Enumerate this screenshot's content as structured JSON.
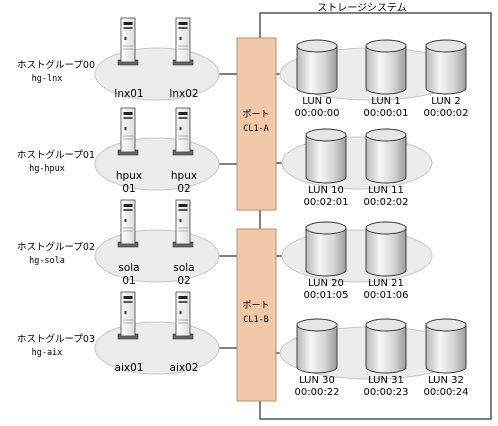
{
  "storage": {
    "title": "ストレージシステム"
  },
  "ports": [
    {
      "label": "ポート",
      "id": "CL1-A"
    },
    {
      "label": "ポート",
      "id": "CL1-B"
    }
  ],
  "host_groups": [
    {
      "label": "ホストグループ00",
      "name": "hg-lnx",
      "servers": [
        {
          "lines": [
            "lnx01"
          ]
        },
        {
          "lines": [
            "lnx02"
          ]
        }
      ]
    },
    {
      "label": "ホストグループ01",
      "name": "hg-hpux",
      "servers": [
        {
          "lines": [
            "hpux",
            "01"
          ]
        },
        {
          "lines": [
            "hpux",
            "02"
          ]
        }
      ]
    },
    {
      "label": "ホストグループ02",
      "name": "hg-sola",
      "servers": [
        {
          "lines": [
            "sola",
            "01"
          ]
        },
        {
          "lines": [
            "sola",
            "02"
          ]
        }
      ]
    },
    {
      "label": "ホストグループ03",
      "name": "hg-aix",
      "servers": [
        {
          "lines": [
            "aix01"
          ]
        },
        {
          "lines": [
            "aix02"
          ]
        }
      ]
    }
  ],
  "lun_groups": [
    {
      "luns": [
        {
          "name": "LUN 0",
          "addr": "00:00:00"
        },
        {
          "name": "LUN 1",
          "addr": "00:00:01"
        },
        {
          "name": "LUN 2",
          "addr": "00:00:02"
        }
      ]
    },
    {
      "luns": [
        {
          "name": "LUN 10",
          "addr": "00:02:01"
        },
        {
          "name": "LUN 11",
          "addr": "00:02:02"
        }
      ]
    },
    {
      "luns": [
        {
          "name": "LUN 20",
          "addr": "00:01:05"
        },
        {
          "name": "LUN 21",
          "addr": "00:01:06"
        }
      ]
    },
    {
      "luns": [
        {
          "name": "LUN 30",
          "addr": "00:00:22"
        },
        {
          "name": "LUN 31",
          "addr": "00:00:23"
        },
        {
          "name": "LUN 32",
          "addr": "00:00:24"
        }
      ]
    }
  ],
  "colors": {
    "port_fill": "#f2c9a8",
    "port_stroke": "#b98e6a",
    "ellipse_fill": "#ececec",
    "ellipse_stroke": "#c8c8c8"
  }
}
